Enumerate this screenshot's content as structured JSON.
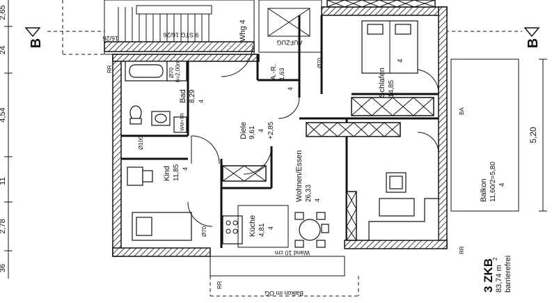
{
  "rooms": {
    "bad": {
      "name": "Bad",
      "area": "8,29",
      "index": "4"
    },
    "dusche": {
      "dim": "Ø70",
      "height": "h=2,00m"
    },
    "ar": {
      "name": "A.-R.",
      "area": "1,63",
      "index": "4",
      "dim": "Ø70"
    },
    "schlafen": {
      "name": "Schlafen",
      "area": "14,85",
      "index": "4"
    },
    "diele": {
      "name": "Diele",
      "area": "9,61",
      "index": "4",
      "level": "+2,85"
    },
    "kind": {
      "name": "Kind",
      "area": "11,85",
      "index": "4",
      "dim": "Ø100"
    },
    "wohnen": {
      "name": "Wohnen/Essen",
      "area": "26,33",
      "index": "4"
    },
    "kueche": {
      "name": "Küche",
      "area": "4,81",
      "index": "4",
      "dim": "Ø70"
    },
    "balkon": {
      "name": "Balkon",
      "area": "11,60/2=5,80",
      "index": "4"
    }
  },
  "labels": {
    "whg": "Whg 4",
    "aufzug": "AUFZUG",
    "steps": "9 STG 16/26",
    "steps2": "16/26",
    "wm": "WM+TR",
    "rr_left": "RR",
    "rr_right": "RR",
    "rr_bottom": "RR",
    "ba": "BA",
    "balkon_og": "Balkon im OG",
    "wand": "Wand 10 cm",
    "section_left": "B",
    "section_right": "B"
  },
  "dimensions": {
    "left": [
      "2,65",
      "24",
      "4,54",
      "11",
      "2,78",
      "36"
    ],
    "right": [
      "5,20"
    ]
  },
  "summary": {
    "type": "3 ZKB",
    "area": "83,74 m",
    "area_sup": "2",
    "note": "barrierefrei"
  }
}
